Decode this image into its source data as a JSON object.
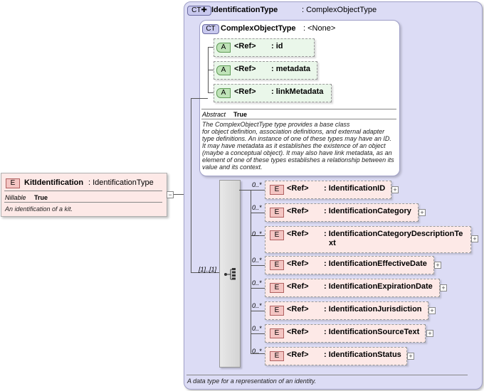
{
  "root": {
    "badge": "E",
    "name": "KitIdentification",
    "type": ": IdentificationType",
    "nillable_label": "Nillable",
    "nillable_value": "True",
    "description": "An identification of a kit."
  },
  "outer_type": {
    "badge": "CT",
    "title": "IdentificationType",
    "base": ": ComplexObjectType",
    "description": "A data type for a representation of an identity."
  },
  "inner_type": {
    "badge": "CT",
    "title": "ComplexObjectType",
    "base": ": <None>",
    "abstract_label": "Abstract",
    "abstract_value": "True",
    "description_lines": [
      "The ComplexObjectType type provides a base class",
      "for object definition, association definitions, and external adapter",
      "type definitions. An instance of one of these types may have an ID.",
      "It may have metadata as it establishes the existence of an object",
      "(maybe a conceptual object). It may also have link metadata, as an",
      "element of one of these types establishes a relationship between its",
      "value and its context."
    ],
    "attributes": [
      {
        "badge": "A",
        "ref": "<Ref>",
        "name": ": id"
      },
      {
        "badge": "A",
        "ref": "<Ref>",
        "name": ": metadata"
      },
      {
        "badge": "A",
        "ref": "<Ref>",
        "name": ": linkMetadata"
      }
    ]
  },
  "sequence": {
    "cardinality": "[1]..[1]",
    "elements": [
      {
        "badge": "E",
        "ref": "<Ref>",
        "name_lines": [
          ": IdentificationID"
        ],
        "card": "0..*"
      },
      {
        "badge": "E",
        "ref": "<Ref>",
        "name_lines": [
          ": IdentificationCategory"
        ],
        "card": "0..*"
      },
      {
        "badge": "E",
        "ref": "<Ref>",
        "name_lines": [
          ": IdentificationCategoryDescriptionTe",
          "xt"
        ],
        "card": "0..*"
      },
      {
        "badge": "E",
        "ref": "<Ref>",
        "name_lines": [
          ": IdentificationEffectiveDate"
        ],
        "card": "0..*"
      },
      {
        "badge": "E",
        "ref": "<Ref>",
        "name_lines": [
          ": IdentificationExpirationDate"
        ],
        "card": "0..*"
      },
      {
        "badge": "E",
        "ref": "<Ref>",
        "name_lines": [
          ": IdentificationJurisdiction"
        ],
        "card": "0..*"
      },
      {
        "badge": "E",
        "ref": "<Ref>",
        "name_lines": [
          ": IdentificationSourceText"
        ],
        "card": "0..*"
      },
      {
        "badge": "E",
        "ref": "<Ref>",
        "name_lines": [
          ": IdentificationStatus"
        ],
        "card": "0..*"
      }
    ]
  }
}
